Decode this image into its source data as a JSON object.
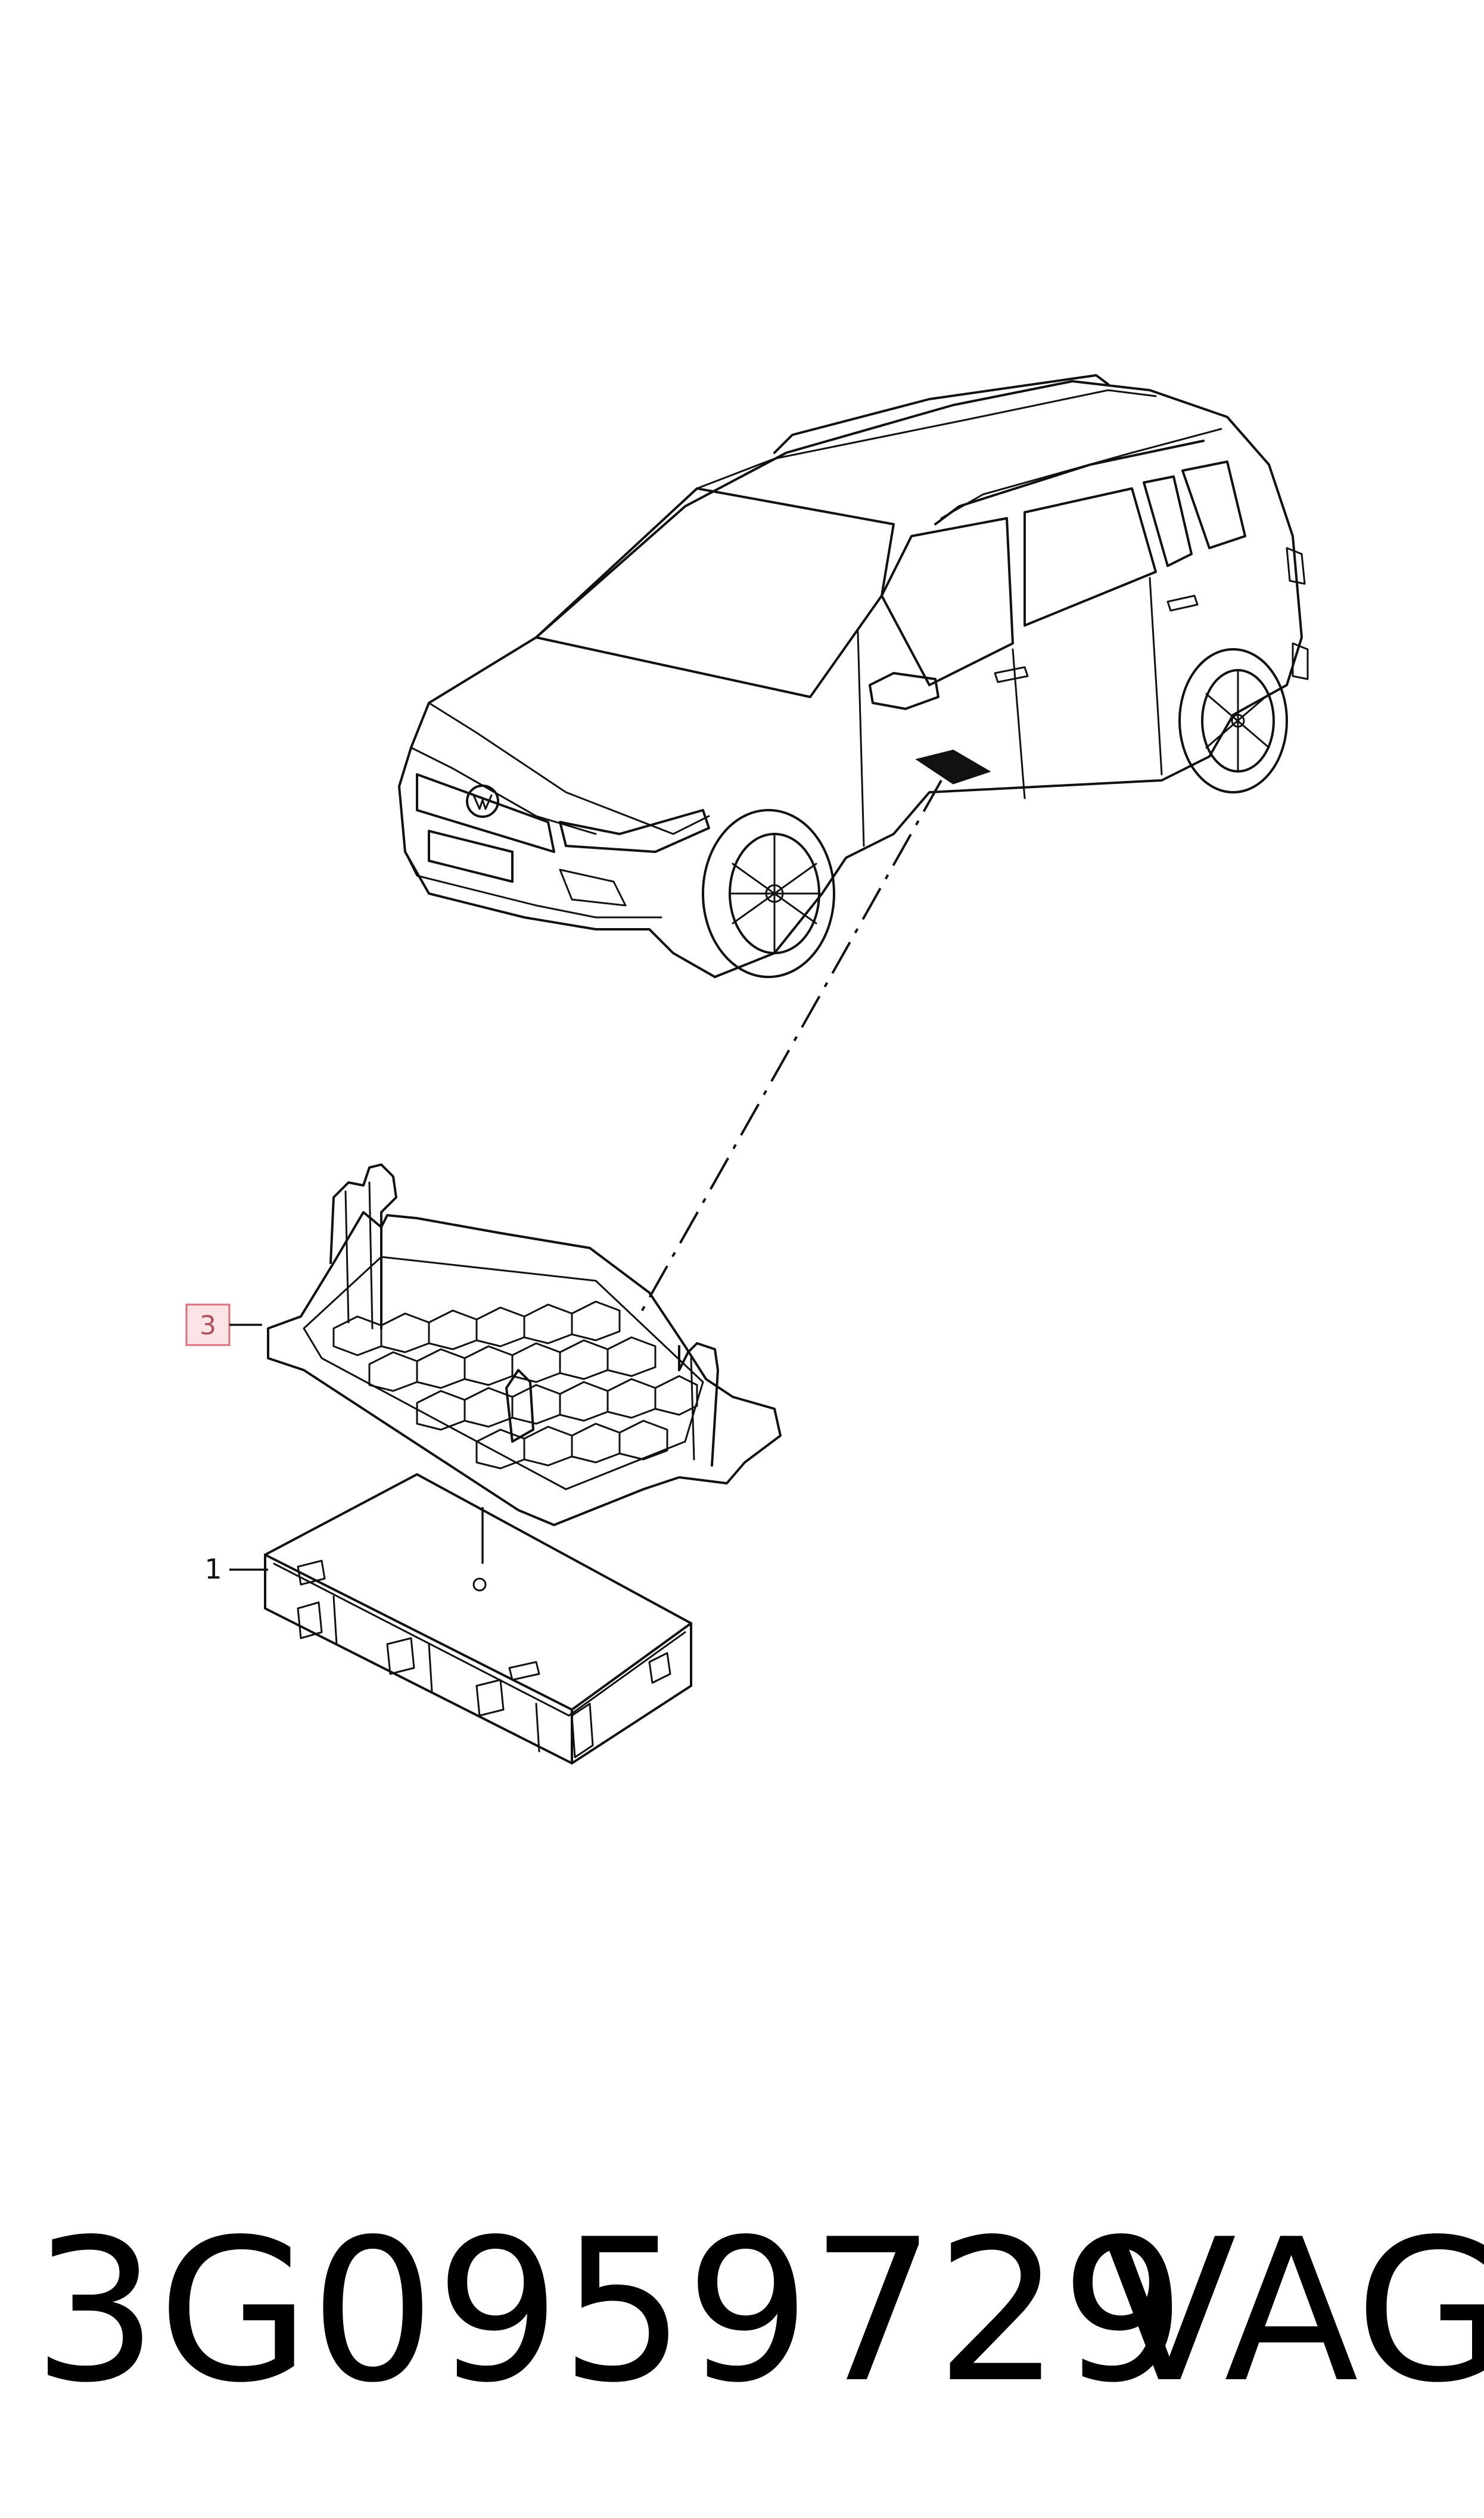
{
  "diagram": {
    "callouts": [
      {
        "id": "1",
        "label": "1",
        "highlighted": false
      },
      {
        "id": "3",
        "label": "3",
        "highlighted": true
      }
    ],
    "colors": {
      "line": "#111111",
      "highlight_fill": "#fbe3e6",
      "highlight_border": "#d9707c",
      "highlight_text": "#b0505c"
    }
  },
  "footer": {
    "part_number": "3G0959729",
    "brand": "VAG"
  }
}
